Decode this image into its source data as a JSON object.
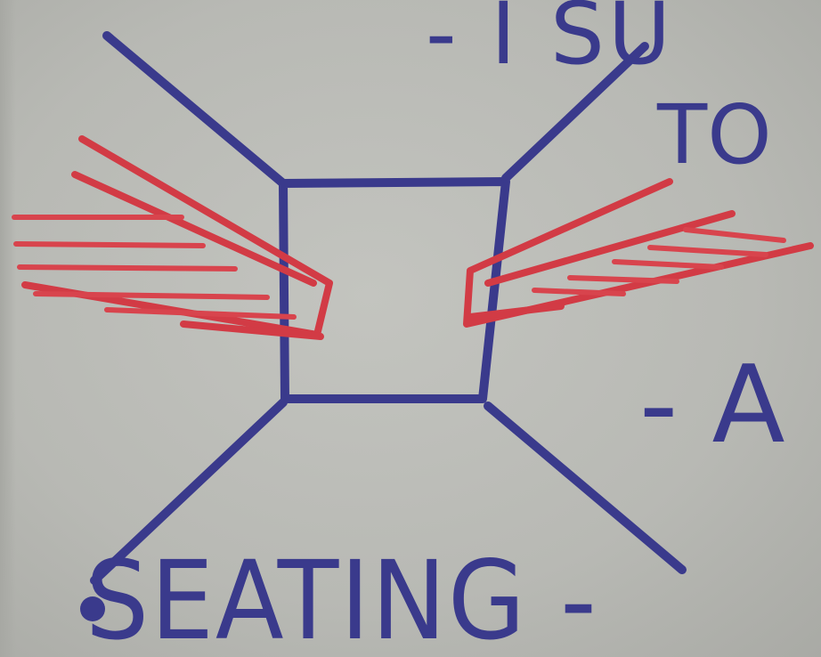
{
  "sketch": {
    "top_note": "- I SU",
    "to_note": "TO",
    "dash_a_note": "- A",
    "seating_label": "SEATING -"
  },
  "colors": {
    "board": "#b9bab5",
    "blue_marker": "#3a3a8c",
    "red_marker": "#d23b45"
  }
}
